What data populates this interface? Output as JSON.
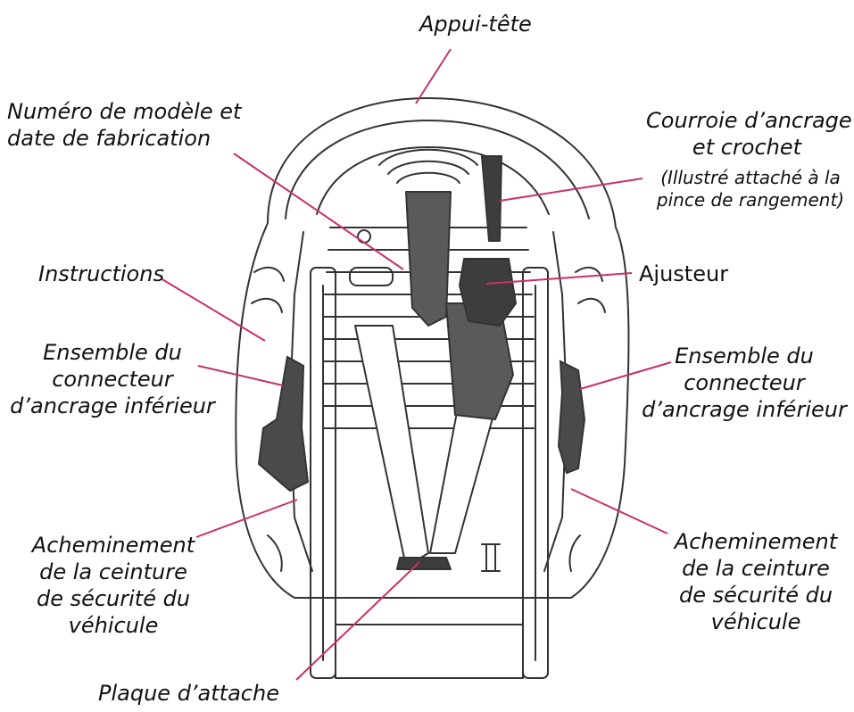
{
  "colors": {
    "leader": "#c9306a",
    "outline": "#333333",
    "strap": "#5a5a5a",
    "strap_dark": "#3d3d3d",
    "text": "#111111"
  },
  "labels": {
    "headrest": "Appui-tête",
    "model_number": [
      "Numéro de modèle et",
      "date de fabrication"
    ],
    "tether": [
      "Courroie d’ancrage",
      "et crochet"
    ],
    "tether_note": [
      "(Illustré attaché à la",
      "pince de rangement)"
    ],
    "adjuster": "Ajusteur",
    "instructions": "Instructions",
    "lower_anchor_left": [
      "Ensemble du",
      "connecteur",
      "d’ancrage inférieur"
    ],
    "lower_anchor_right": [
      "Ensemble du",
      "connecteur",
      "d’ancrage inférieur"
    ],
    "belt_path_left": [
      "Acheminement",
      "de la ceinture",
      "de sécurité du",
      "véhicule"
    ],
    "belt_path_right": [
      "Acheminement",
      "de la ceinture",
      "de sécurité du",
      "véhicule"
    ],
    "buckle_plate": "Plaque d’attache"
  }
}
